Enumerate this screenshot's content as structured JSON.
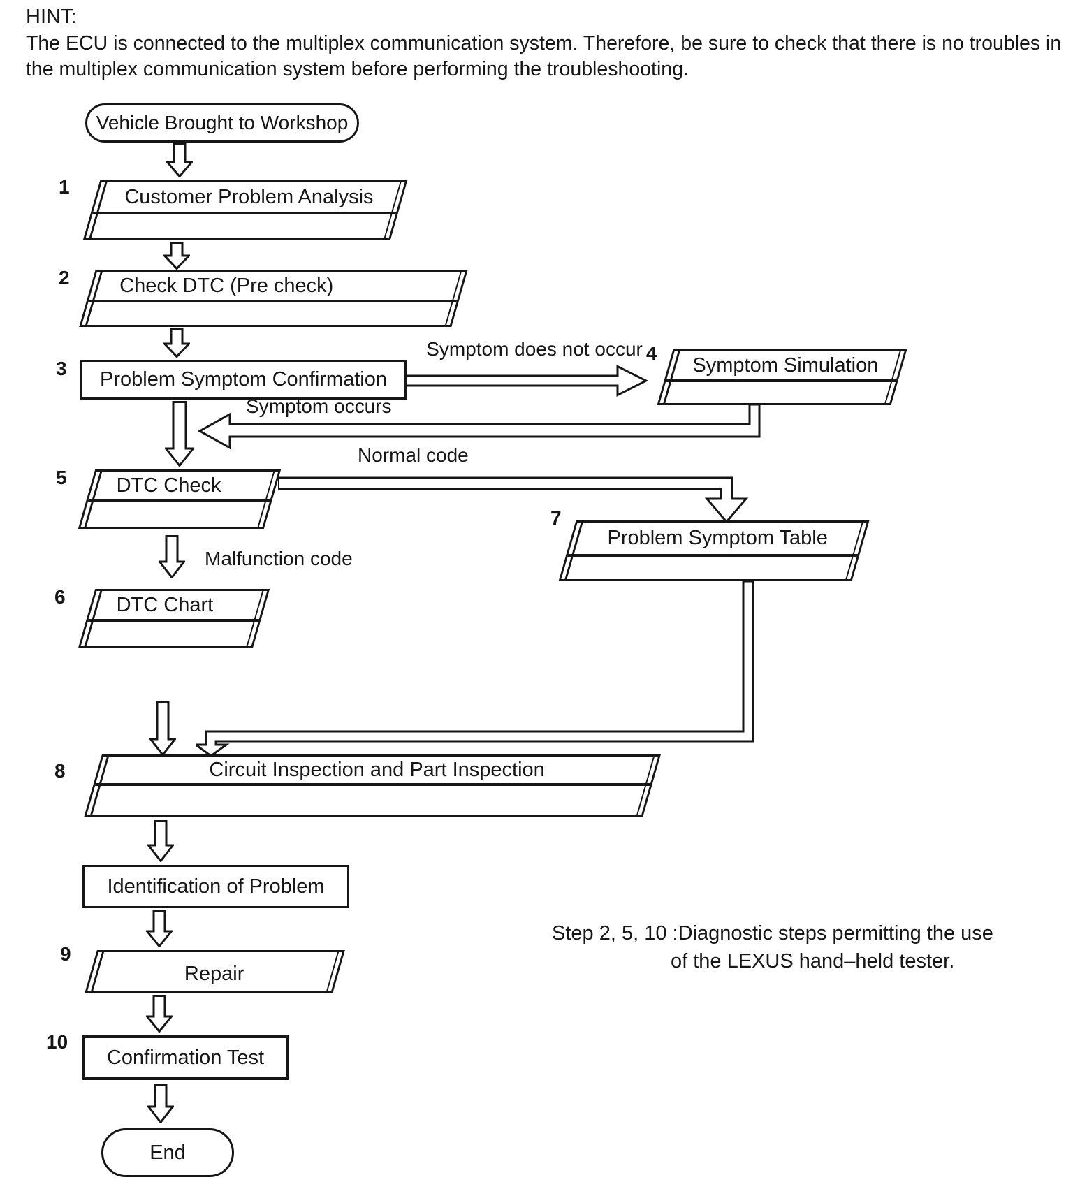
{
  "page": {
    "background": "#ffffff",
    "ink": "#161616"
  },
  "hint": {
    "label": "HINT:",
    "text": "The ECU is connected to the multiplex communication system. Therefore, be sure to check that there is no troubles in the multiplex communication system before performing the troubleshooting."
  },
  "nodes": {
    "start": {
      "label": "Vehicle Brought to Workshop"
    },
    "step1": {
      "number": "1",
      "label": "Customer Problem Analysis"
    },
    "step2": {
      "number": "2",
      "label": "Check DTC (Pre check)"
    },
    "step3": {
      "number": "3",
      "label": "Problem Symptom Confirmation"
    },
    "step4": {
      "number": "4",
      "label": "Symptom Simulation"
    },
    "step5": {
      "number": "5",
      "label": "DTC Check"
    },
    "step6": {
      "number": "6",
      "label": "DTC Chart"
    },
    "step7": {
      "number": "7",
      "label": "Problem Symptom Table"
    },
    "step8": {
      "number": "8",
      "label": "Circuit Inspection and Part Inspection"
    },
    "identification": {
      "label": "Identification of Problem"
    },
    "step9": {
      "number": "9",
      "label": "Repair"
    },
    "step10": {
      "number": "10",
      "label": "Confirmation Test"
    },
    "end": {
      "label": "End"
    }
  },
  "edges": {
    "symptom_does_not_occur": "Symptom does not occur",
    "symptom_occurs": "Symptom occurs",
    "normal_code": "Normal code",
    "malfunction_code": "Malfunction code"
  },
  "note": {
    "line1": "Step 2, 5, 10 :Diagnostic steps permitting the use",
    "line2": "of the LEXUS hand–held tester."
  }
}
